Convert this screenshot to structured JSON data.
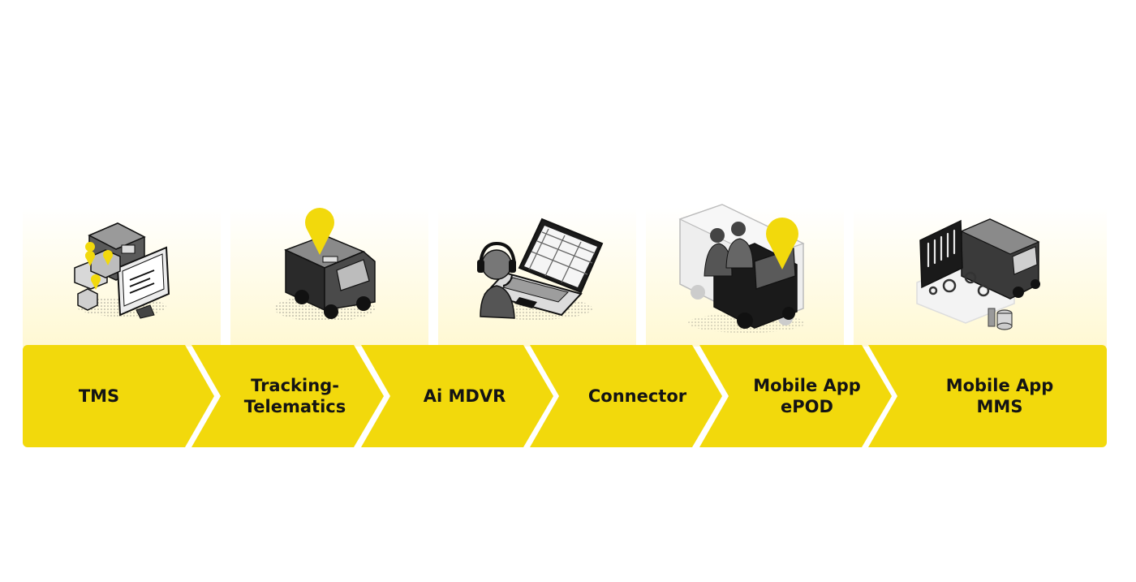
{
  "steps": [
    {
      "lines": [
        "TMS"
      ],
      "icon": "tms-computer-truck-icon"
    },
    {
      "lines": [
        "Tracking-",
        "Telematics"
      ],
      "icon": "tracking-van-pin-icon"
    },
    {
      "lines": [
        "Ai MDVR"
      ],
      "icon": "mdvr-laptop-headset-icon"
    },
    {
      "lines": [
        "Connector"
      ],
      "icon": "connector-icon"
    },
    {
      "lines": [
        "Mobile App",
        "ePOD"
      ],
      "icon": "epod-truck-driver-pin-icon"
    },
    {
      "lines": [
        "Mobile App",
        "MMS"
      ],
      "icon": "mms-truck-tools-gears-icon"
    }
  ],
  "colors": {
    "accent": "#f2d90c",
    "ink": "#141414",
    "glow": "#fff6c4"
  }
}
